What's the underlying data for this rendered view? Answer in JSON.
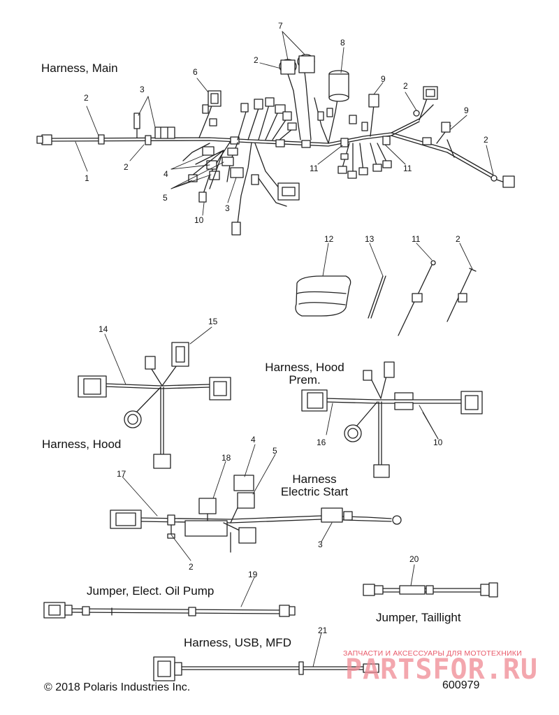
{
  "labels": {
    "harness_main": "Harness, Main",
    "harness_hood": "Harness, Hood",
    "harness_hood_prem_l1": "Harness, Hood",
    "harness_hood_prem_l2": "Prem.",
    "harness_electric_start_l1": "Harness",
    "harness_electric_start_l2": "Electric Start",
    "jumper_oil_pump": "Jumper, Elect. Oil Pump",
    "jumper_taillight": "Jumper, Taillight",
    "harness_usb_mfd": "Harness, USB, MFD"
  },
  "callouts": [
    "1",
    "2",
    "3",
    "4",
    "5",
    "6",
    "7",
    "8",
    "9",
    "10",
    "11",
    "12",
    "13",
    "14",
    "15",
    "16",
    "17",
    "18",
    "19",
    "20",
    "21"
  ],
  "watermark": {
    "tagline": "ЗАПЧАСТИ И АКСЕССУАРЫ ДЛЯ МОТОТЕХНИКИ",
    "brand": "PARTSFOR.RU"
  },
  "footer": {
    "copyright": "© 2018 Polaris Industries Inc.",
    "figure_number": "600979"
  }
}
